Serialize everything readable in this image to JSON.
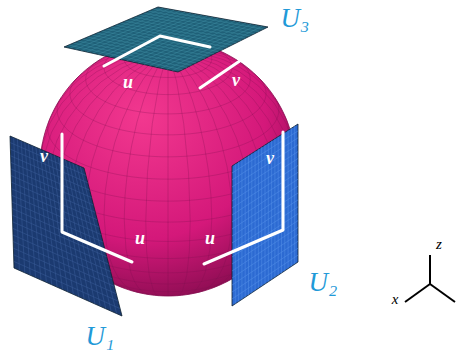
{
  "diagram": {
    "labels": [
      "U₃",
      "u",
      "v",
      "v",
      "v",
      "u",
      "u",
      "U₁",
      "U₂",
      "z",
      "x"
    ]
  }
}
